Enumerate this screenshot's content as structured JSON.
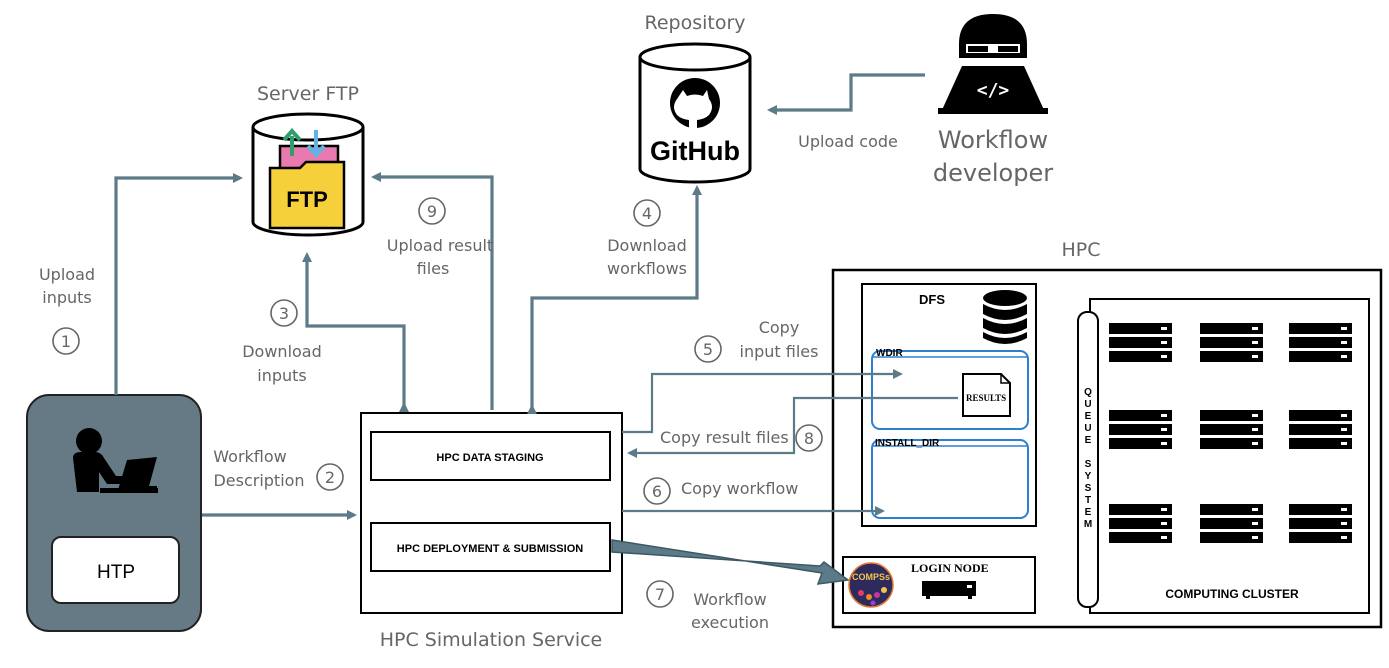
{
  "nodes": {
    "server_ftp": "Server FTP",
    "ftp_logo": "FTP",
    "repository": "Repository",
    "github_logo": "GitHub",
    "developer": [
      "Workflow",
      "developer"
    ],
    "hpc": "HPC",
    "htp": "HTP",
    "service": "HPC Simulation Service",
    "data_staging": "HPC DATA STAGING",
    "deployment": "HPC DEPLOYMENT & SUBMISSION",
    "dfs": "DFS",
    "wdir": "WDIR",
    "install_dir": "INSTALL_DIR",
    "results": "RESULTS",
    "login_node": "LOGIN NODE",
    "compss": "COMPSs",
    "queue_system": [
      "Q",
      "U",
      "E",
      "U",
      "E",
      "",
      "S",
      "Y",
      "S",
      "T",
      "E",
      "M"
    ],
    "computing_cluster": "COMPUTING CLUSTER"
  },
  "labels": {
    "upload_code": "Upload code",
    "upload_inputs": [
      "Upload",
      "inputs"
    ],
    "download_inputs": [
      "Download",
      "inputs"
    ],
    "upload_results": [
      "Upload result",
      "files"
    ],
    "download_workflows": [
      "Download",
      "workflows"
    ],
    "workflow_description": [
      "Workflow",
      "Description"
    ],
    "copy_input": [
      "Copy",
      "input files"
    ],
    "copy_result": "Copy result files",
    "copy_workflow": "Copy workflow",
    "workflow_execution": [
      "Workflow",
      "execution"
    ]
  },
  "steps": [
    "1",
    "2",
    "3",
    "4",
    "5",
    "6",
    "7",
    "8",
    "9"
  ],
  "colors": {
    "arrow": "#5c7a88",
    "htp_panel": "#667a86",
    "wdir_border": "#2f7fd0"
  }
}
